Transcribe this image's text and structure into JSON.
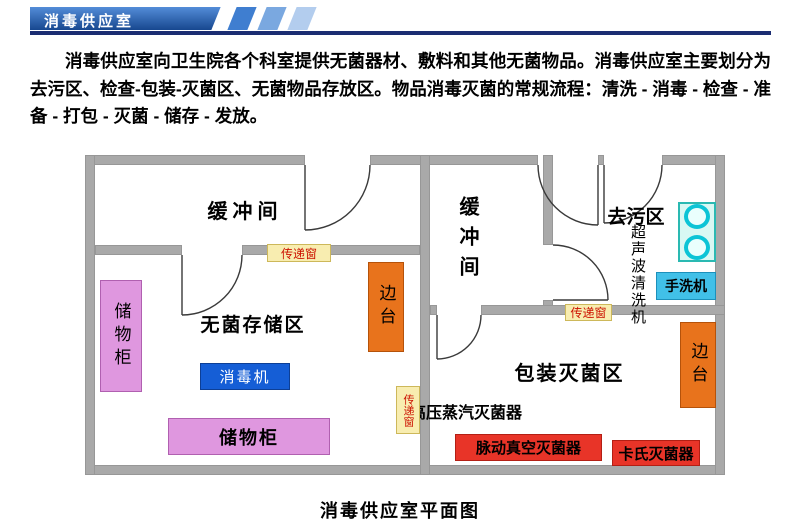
{
  "header": {
    "banner_title": "消毒供应室",
    "banner_color": "#1e55b0",
    "stripe_colors": [
      "#3f7ed0",
      "#7aa8e0",
      "#b3cdee"
    ],
    "rule_color": "#1b2d72"
  },
  "intro": {
    "paragraph": "消毒供应室向卫生院各个科室提供无菌器材、敷料和其他无菌物品。消毒供应室主要划分为去污区、检查-包装-灭菌区、无菌物品存放区。物品消毒灭菌的常规流程：清洗 - 消毒 - 检查 - 准备 - 打包 - 灭菌 - 储存 - 发放。"
  },
  "floorplan": {
    "caption": "消毒供应室平面图",
    "wall_color": "#a9a9a9",
    "rooms": {
      "buffer_left": "缓冲间",
      "sterile_storage": "无菌存储区",
      "buffer_middle": "缓冲间",
      "decontamination": "去污区",
      "packing_sterilization": "包装灭菌区"
    },
    "equipment": {
      "storage_cabinet_left": "储物柜",
      "storage_cabinet_bottom": "储物柜",
      "disinfector": "消毒机",
      "side_table_left": "边台",
      "side_table_right": "边台",
      "transfer_window_left": "传递窗",
      "transfer_window_center": "传递窗",
      "transfer_window_right": "传递窗",
      "ultrasonic_cleaner": "超声波清洗机",
      "hand_washer": "手洗机",
      "autoclave": "高压蒸汽灭菌器",
      "pulse_vacuum_sterilizer": "脉动真空灭菌器",
      "cassette_sterilizer": "卡氏灭菌器"
    },
    "colors": {
      "cabinet": "#df97df",
      "disinfector": "#155ed6",
      "side_table": "#e8731c",
      "transfer_window": "#f8edb0",
      "transfer_window_text": "#cc1100",
      "ultrasonic": "#d9f8f3",
      "hand_washer": "#41c0e8",
      "sterilizer_red": "#e83428"
    }
  }
}
